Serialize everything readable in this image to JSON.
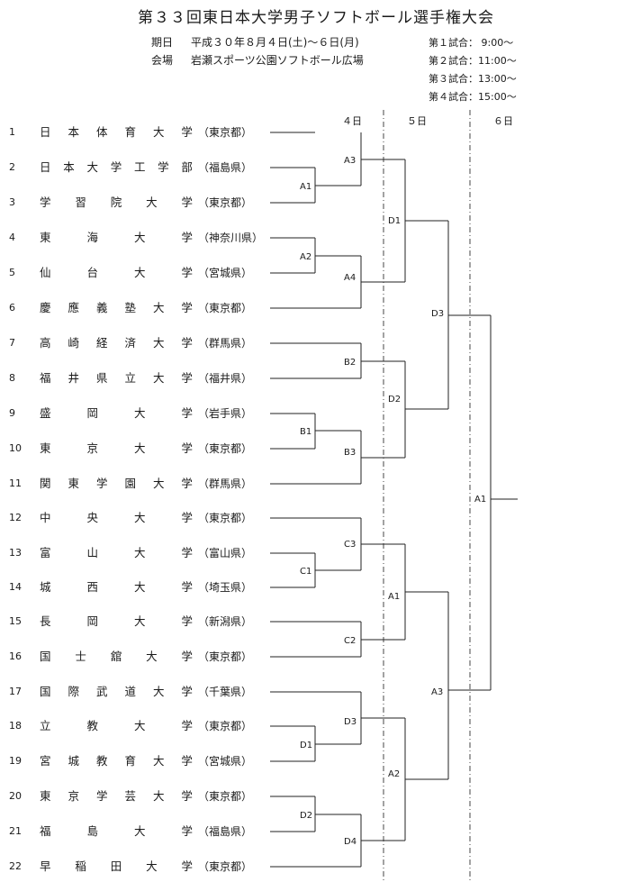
{
  "title": "第３３回東日本大学男子ソフトボール選手権大会",
  "info": {
    "period_label": "期日",
    "period_value": "平成３０年８月４日(土)～６日(月)",
    "venue_label": "会場",
    "venue_value": "岩瀬スポーツ公園ソフトボール広場"
  },
  "schedule": [
    "第１試合： 9:00～",
    "第２試合：11:00～",
    "第３試合：13:00～",
    "第４試合：15:00～"
  ],
  "days": [
    "４日",
    "５日",
    "６日"
  ],
  "teams": [
    {
      "num": "1",
      "name": "日本体育大学",
      "pref": "（東京都）"
    },
    {
      "num": "2",
      "name": "日本大学工学部",
      "pref": "（福島県）"
    },
    {
      "num": "3",
      "name": "学習院大学",
      "pref": "（東京都）"
    },
    {
      "num": "4",
      "name": "東海大学",
      "pref": "（神奈川県）"
    },
    {
      "num": "5",
      "name": "仙台大学",
      "pref": "（宮城県）"
    },
    {
      "num": "6",
      "name": "慶應義塾大学",
      "pref": "（東京都）"
    },
    {
      "num": "7",
      "name": "高崎経済大学",
      "pref": "（群馬県）"
    },
    {
      "num": "8",
      "name": "福井県立大学",
      "pref": "（福井県）"
    },
    {
      "num": "9",
      "name": "盛岡大学",
      "pref": "（岩手県）"
    },
    {
      "num": "10",
      "name": "東京大学",
      "pref": "（東京都）"
    },
    {
      "num": "11",
      "name": "関東学園大学",
      "pref": "（群馬県）"
    },
    {
      "num": "12",
      "name": "中央大学",
      "pref": "（東京都）"
    },
    {
      "num": "13",
      "name": "富山大学",
      "pref": "（富山県）"
    },
    {
      "num": "14",
      "name": "城西大学",
      "pref": "（埼玉県）"
    },
    {
      "num": "15",
      "name": "長岡大学",
      "pref": "（新潟県）"
    },
    {
      "num": "16",
      "name": "国士舘大学",
      "pref": "（東京都）"
    },
    {
      "num": "17",
      "name": "国際武道大学",
      "pref": "（千葉県）"
    },
    {
      "num": "18",
      "name": "立教大学",
      "pref": "（東京都）"
    },
    {
      "num": "19",
      "name": "宮城教育大学",
      "pref": "（宮城県）"
    },
    {
      "num": "20",
      "name": "東京学芸大学",
      "pref": "（東京都）"
    },
    {
      "num": "21",
      "name": "福島大学",
      "pref": "（福島県）"
    },
    {
      "num": "22",
      "name": "早稲田大学",
      "pref": "（東京都）"
    }
  ],
  "matches": {
    "m_a1": "A1",
    "m_a2": "A2",
    "m_b1": "B1",
    "m_c1": "C1",
    "m_d1": "D1",
    "m_d2": "D2",
    "m_a3": "A3",
    "m_a4": "A4",
    "m_b2": "B2",
    "m_b3": "B3",
    "m_c2": "C2",
    "m_c3": "C3",
    "m_d3": "D3",
    "m_d4": "D4",
    "q_d1": "D1",
    "q_d2": "D2",
    "q_a1": "A1",
    "q_a2": "A2",
    "s_d3": "D3",
    "s_a3": "A3",
    "f_a1": "A1"
  }
}
